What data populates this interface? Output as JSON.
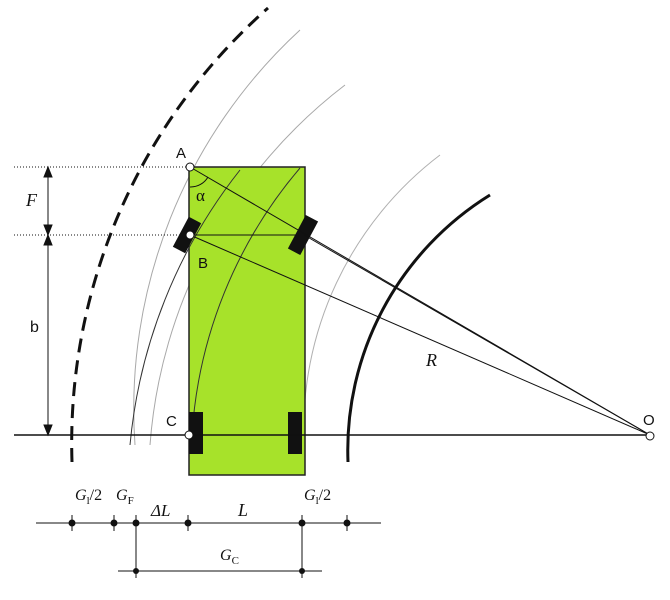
{
  "points": {
    "A": "A",
    "B": "B",
    "C": "C",
    "O": "O"
  },
  "angle": "α",
  "labels": {
    "F": "F",
    "b": "b",
    "R": "R",
    "L": "L",
    "dL": "ΔL",
    "G": "G",
    "sub_l": "l",
    "sub_F": "F",
    "sub_C": "C",
    "half": "/2"
  },
  "colors": {
    "vehicle": "#a7e22a",
    "wheel": "#111111",
    "line": "#111111",
    "guide": "#9a9a9a"
  }
}
